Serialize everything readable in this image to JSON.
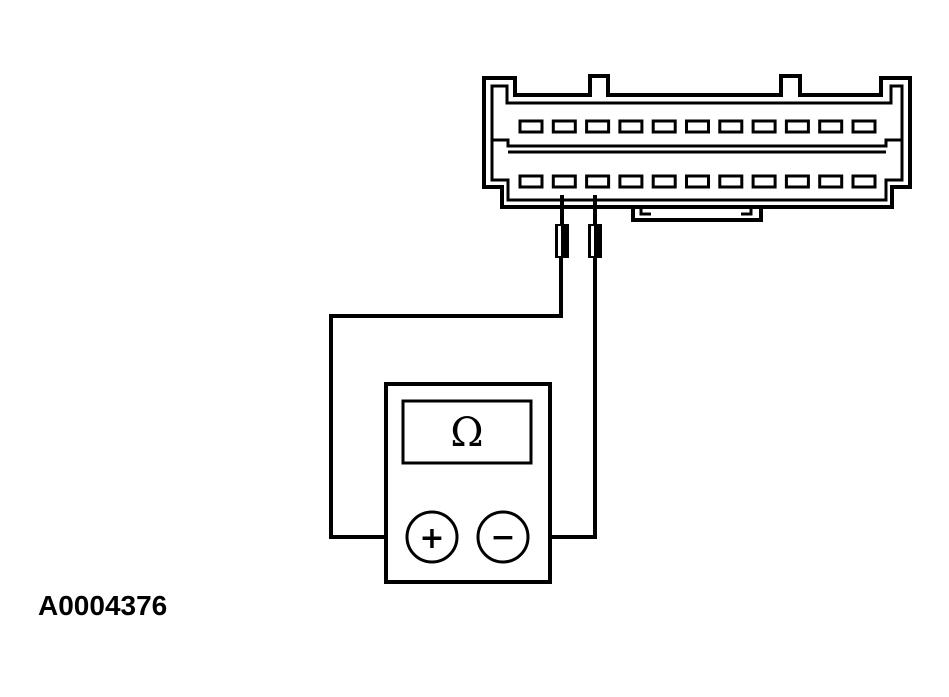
{
  "figure_id": "A0004376",
  "meter": {
    "display_symbol": "Ω",
    "positive_symbol": "+",
    "negative_symbol": "−"
  },
  "connector": {
    "rows": 2,
    "pins_per_row": 11,
    "probed_row": "bottom",
    "probed_pins": [
      2,
      3
    ]
  },
  "colors": {
    "ink": "#000000",
    "background": "#ffffff"
  }
}
